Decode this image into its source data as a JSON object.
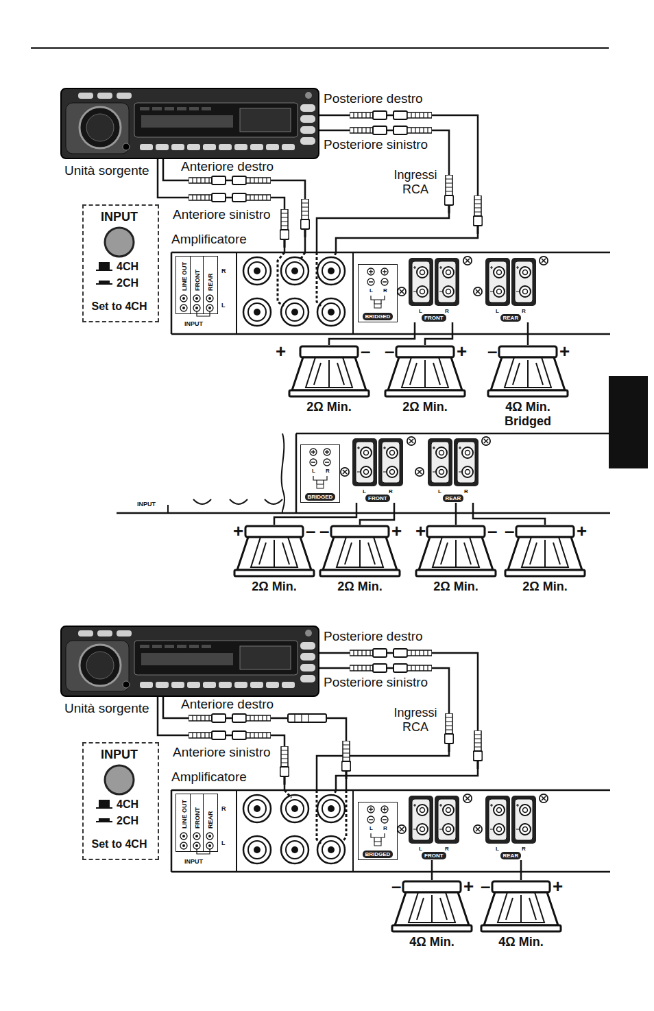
{
  "diagram": {
    "nodes": [
      {
        "text": [
          "Unità sorgente"
        ]
      },
      {
        "text": [
          "INPUT",
          "4CH",
          "2CH",
          "Set to 4CH"
        ]
      },
      {
        "text": [
          "Amplificatore"
        ]
      },
      {
        "text": [
          "LINE OUT",
          "FRONT",
          "REAR",
          "R",
          "L",
          "INPUT"
        ],
        "in": 2
      },
      {
        "text": [
          "L",
          "R",
          "BRIDGED"
        ],
        "in": 2
      },
      {
        "text": [
          "L",
          "R",
          "FRONT"
        ],
        "in": 2
      },
      {
        "text": [
          "L",
          "R",
          "REAR"
        ],
        "in": 2
      },
      {
        "text": [
          "2Ω Min."
        ]
      },
      {
        "text": [
          "2Ω Min."
        ]
      },
      {
        "text": [
          "4Ω Min. Bridged"
        ]
      },
      {
        "text": [
          "INPUT"
        ]
      },
      {
        "text": [
          "L",
          "R",
          "BRIDGED"
        ],
        "in": 10
      },
      {
        "text": [
          "L",
          "R",
          "FRONT"
        ],
        "in": 10
      },
      {
        "text": [
          "L",
          "R",
          "REAR"
        ],
        "in": 10
      },
      {
        "text": [
          "2Ω Min."
        ]
      },
      {
        "text": [
          "2Ω Min."
        ]
      },
      {
        "text": [
          "2Ω Min."
        ]
      },
      {
        "text": [
          "2Ω Min."
        ]
      },
      {
        "text": [
          "Unità sorgente"
        ]
      },
      {
        "text": [
          "INPUT",
          "4CH",
          "2CH",
          "Set to 4CH"
        ]
      },
      {
        "text": [
          "Amplificatore"
        ]
      },
      {
        "text": [
          "LINE OUT",
          "FRONT",
          "REAR",
          "R",
          "L",
          "INPUT"
        ],
        "in": 20
      },
      {
        "text": [
          "L",
          "R",
          "BRIDGED"
        ],
        "in": 20
      },
      {
        "text": [
          "L",
          "R",
          "FRONT"
        ],
        "in": 20
      },
      {
        "text": [
          "L",
          "R",
          "REAR"
        ],
        "in": 20
      },
      {
        "text": [
          "4Ω Min."
        ]
      },
      {
        "text": [
          "4Ω Min."
        ]
      }
    ],
    "edges": [
      {
        "from": 0,
        "to": 2,
        "arrow": "none",
        "label": "Posteriore destro"
      },
      {
        "from": 0,
        "to": 2,
        "arrow": "none",
        "label": "Posteriore sinistro"
      },
      {
        "from": 0,
        "to": 2,
        "arrow": "none",
        "label": "Anteriore destro"
      },
      {
        "from": 0,
        "to": 2,
        "arrow": "none",
        "label": "Anteriore sinistro"
      },
      {
        "from": 5,
        "to": 7,
        "arrow": "none"
      },
      {
        "from": 5,
        "to": 8,
        "arrow": "none"
      },
      {
        "from": 6,
        "to": 9,
        "arrow": "none"
      },
      {
        "from": 12,
        "to": 14,
        "arrow": "none"
      },
      {
        "from": 12,
        "to": 15,
        "arrow": "none"
      },
      {
        "from": 13,
        "to": 16,
        "arrow": "none"
      },
      {
        "from": 13,
        "to": 17,
        "arrow": "none"
      },
      {
        "from": 18,
        "to": 20,
        "arrow": "none",
        "label": "Posteriore destro"
      },
      {
        "from": 18,
        "to": 20,
        "arrow": "none",
        "label": "Posteriore sinistro"
      },
      {
        "from": 18,
        "to": 20,
        "arrow": "none",
        "label": "Anteriore destro"
      },
      {
        "from": 18,
        "to": 20,
        "arrow": "none",
        "label": "Anteriore sinistro"
      },
      {
        "from": 23,
        "to": 25,
        "arrow": "none"
      },
      {
        "from": 24,
        "to": 26,
        "arrow": "none"
      }
    ],
    "labels": [
      "Ingressi RCA",
      "+",
      "–",
      "–",
      "+",
      "–",
      "+",
      "+",
      "–",
      "–",
      "+",
      "+",
      "–",
      "–",
      "+",
      "Ingressi RCA",
      "–",
      "+",
      "–",
      "+"
    ]
  }
}
